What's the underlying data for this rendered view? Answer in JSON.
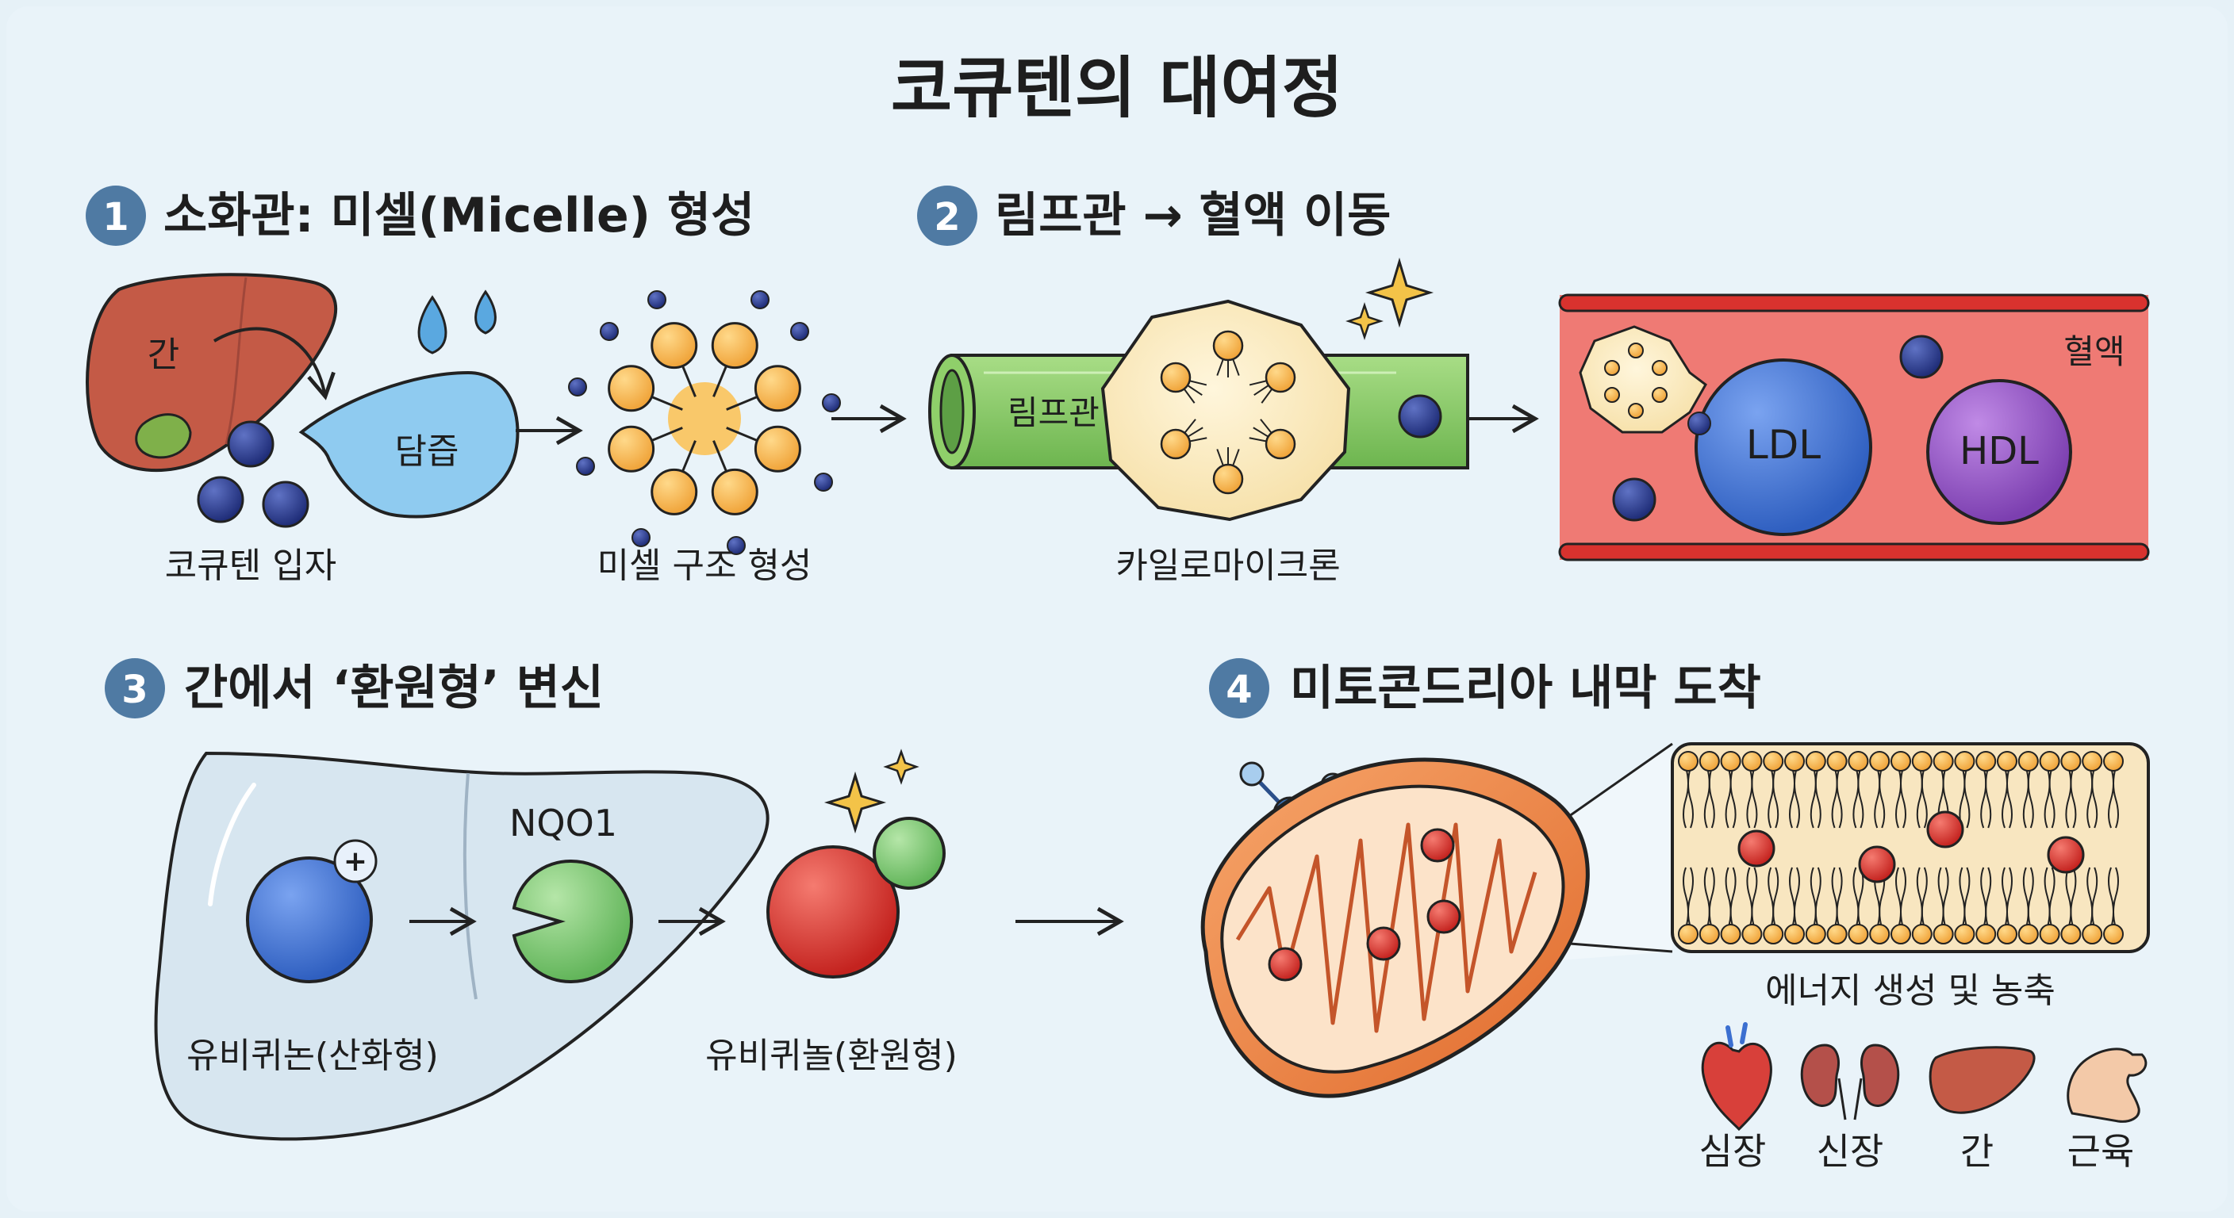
{
  "title": "코큐텐의 대여정",
  "steps": [
    {
      "number": "1",
      "title": "소화관: 미셀(Micelle) 형성"
    },
    {
      "number": "2",
      "title": "림프관 → 혈액 이동"
    },
    {
      "number": "3",
      "title": "간에서 ‘환원형’ 변신"
    },
    {
      "number": "4",
      "title": "미토콘드리아 내막 도착"
    }
  ],
  "step1": {
    "liver_label": "간",
    "bile_label": "담즙",
    "particles_caption": "코큐텐 입자",
    "micelle_caption": "미셀 구조 형성"
  },
  "step2": {
    "lymph_label": "림프관",
    "chylomicron_caption": "카일로마이크론",
    "blood_label": "혈액",
    "ldl_label": "LDL",
    "hdl_label": "HDL"
  },
  "step3": {
    "enzyme_label": "NQO1",
    "oxidized_caption": "유비퀴논(산화형)",
    "reduced_caption": "유비퀴놀(환원형)",
    "plus_sign": "+"
  },
  "step4": {
    "energy_caption": "에너지 생성 및 농축",
    "organs": [
      {
        "label": "심장",
        "icon": "heart-icon"
      },
      {
        "label": "신장",
        "icon": "kidney-icon"
      },
      {
        "label": "간",
        "icon": "liver-icon"
      },
      {
        "label": "근육",
        "icon": "muscle-icon"
      }
    ]
  },
  "colors": {
    "background": "#e6f1f7",
    "step_badge": "#4f7aa3",
    "liver": "#c45a46",
    "bile": "#8fcbf0",
    "coq10": "#2b3f8f",
    "micelle": "#f5b63d",
    "lymph": "#8fcf6a",
    "blood": "#ef7a74",
    "ldl": "#3b6fd0",
    "hdl": "#9a58c8",
    "ubiquinol": "#d93a33",
    "mitochondria": "#ef8a4c"
  }
}
